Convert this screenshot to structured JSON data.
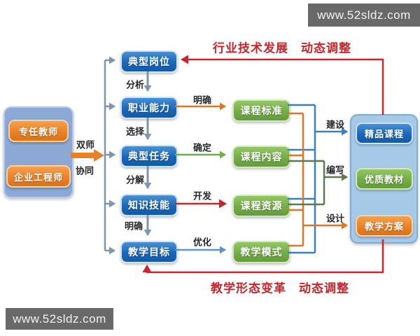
{
  "watermarks": {
    "top_right": "www.52sldz.com",
    "bottom_left": "www.52sldz.com"
  },
  "titles": {
    "top": "行业技术发展　动态调整",
    "bottom": "教学形态变革　动态调整"
  },
  "left_panel": {
    "members": [
      "专任教师",
      "企业工程师"
    ],
    "arrow_label_top": "双师",
    "arrow_label_bottom": "协同"
  },
  "process_column": {
    "nodes": [
      "典型岗位",
      "职业能力",
      "典型任务",
      "知识技能",
      "教学目标"
    ],
    "step_labels": [
      "分析",
      "选择",
      "分解",
      "明确"
    ]
  },
  "course_column": {
    "nodes": [
      "课程标准",
      "课程内容",
      "课程资源",
      "教学模式"
    ],
    "arrow_labels": [
      "明确",
      "确定",
      "开发",
      "优化"
    ]
  },
  "result_panel": {
    "nodes": [
      "精品课程",
      "优质教材",
      "教学方案"
    ],
    "arrow_labels": [
      "建设",
      "编写",
      "设计"
    ]
  },
  "colors": {
    "node_blue": "#1b67b8",
    "node_green": "#74ad48",
    "node_orange": "#e8822a",
    "panel_left": "#8ca8d5",
    "panel_right": "#a6c9e8",
    "feedback_red": "#c4272e",
    "bus_gray": "#7e95ac",
    "bus_blue": "#3a7fbf",
    "bus_orange": "#d9782a",
    "bus_green": "#5c7a50",
    "arrow_steel": "#5f93c3"
  }
}
